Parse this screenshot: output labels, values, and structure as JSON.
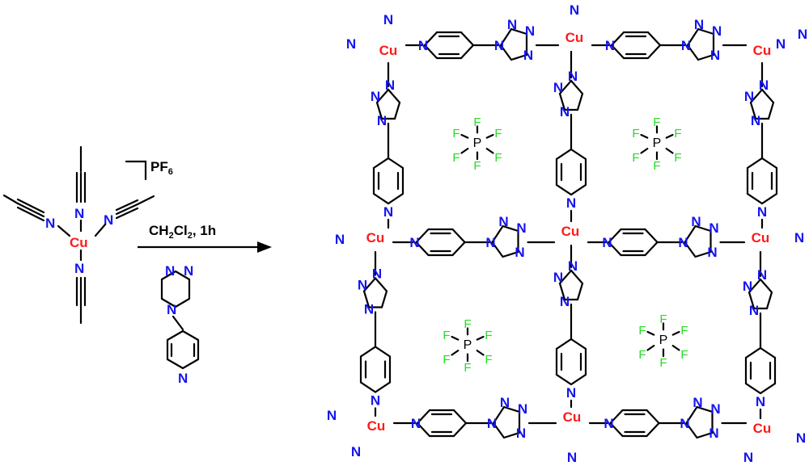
{
  "reagent": {
    "metal": "Cu",
    "ligand_atom": "N",
    "counterion": "PF",
    "counterion_sub": "6"
  },
  "conditions": {
    "solvent_prefix": "CH",
    "solvent_sub1": "2",
    "solvent_mid": "Cl",
    "solvent_sub2": "2",
    "time": ", 1h"
  },
  "ligand": {
    "atom": "N"
  },
  "product": {
    "metal": "Cu",
    "nitrogen": "N",
    "anion": {
      "p": "P",
      "f": "F"
    }
  },
  "colors": {
    "metal": "#ff1a1a",
    "nitrogen": "#1515ee",
    "fluorine": "#22dd22",
    "bond": "#000000"
  }
}
